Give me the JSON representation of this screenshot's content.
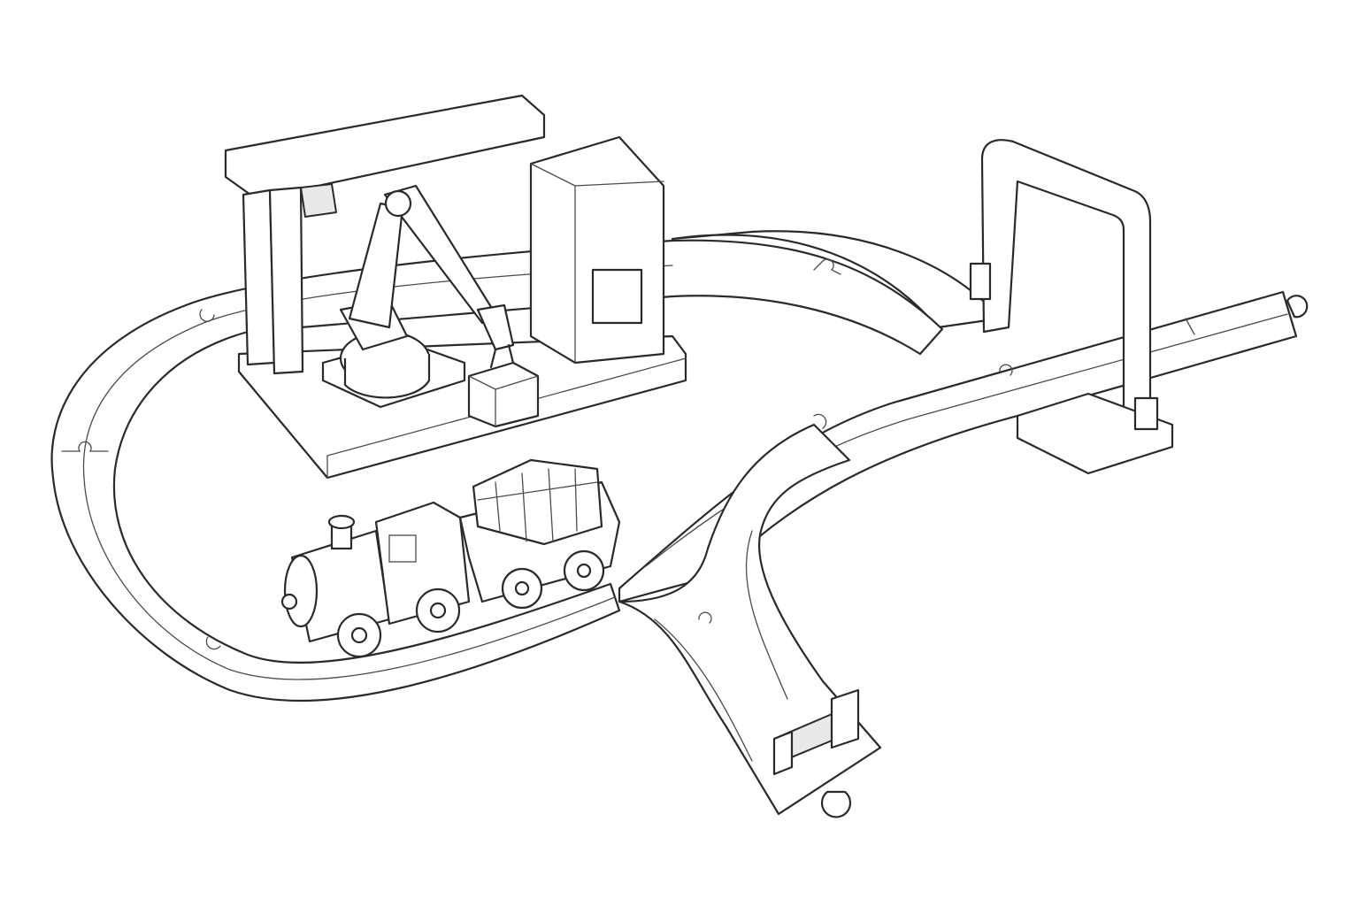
{
  "scene": {
    "style": "pencil-sketch",
    "colors": {
      "ink": "#2a2a2a",
      "paper": "#ffffff",
      "shade": "#e9e9e9"
    },
    "objects": [
      "wooden-train-track-loop",
      "track-branch",
      "buffer-stop",
      "gantry-arch",
      "robot-arm-workcell",
      "cabinet",
      "cargo-cube",
      "toy-locomotive",
      "cargo-wagon"
    ]
  }
}
